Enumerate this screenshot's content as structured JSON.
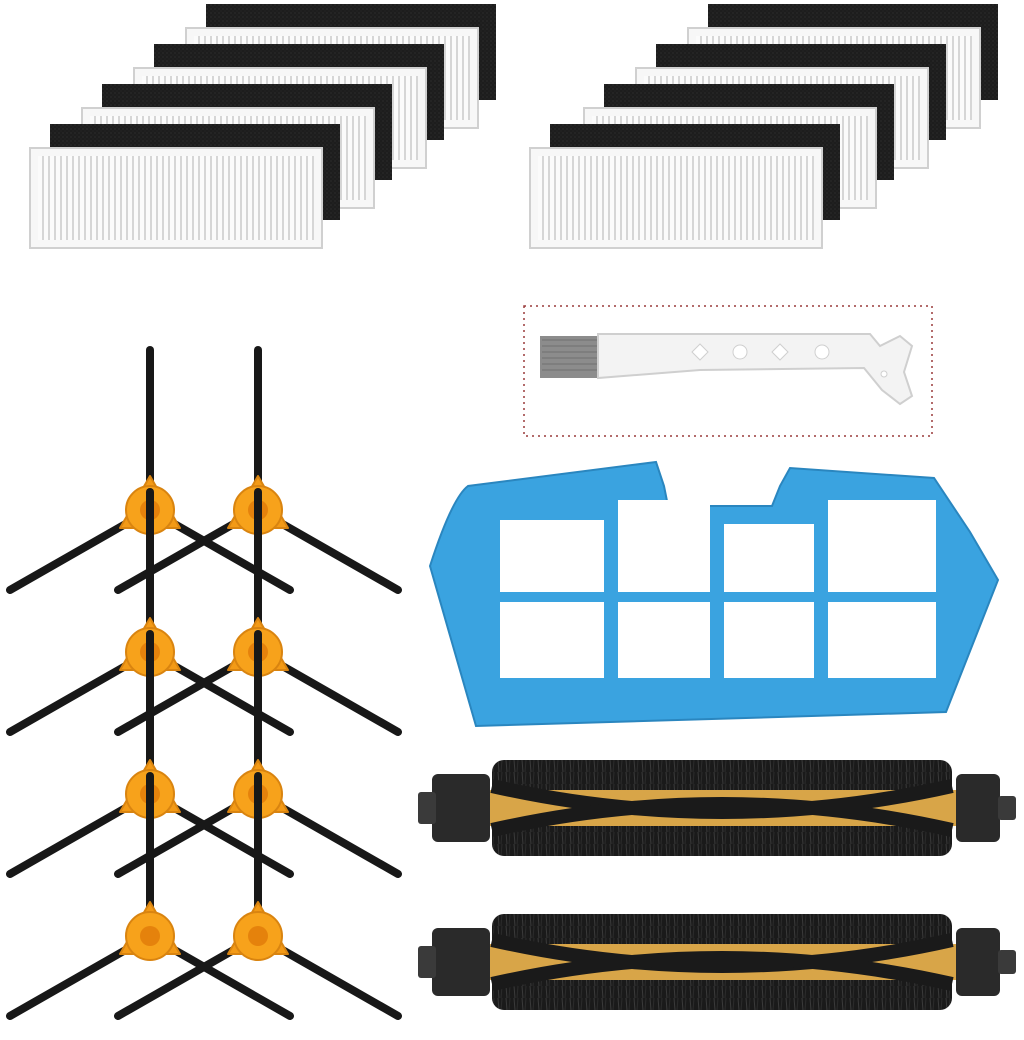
{
  "image": {
    "description_role": "product photo",
    "colors": {
      "background": "#ffffff",
      "foam": "#1c1c1c",
      "hepa_frame": "#f4f4f4",
      "hepa_pleat": "#d9d9d9",
      "brush_hub": "#f7a21b",
      "brush_hub_center": "#e8880a",
      "bristle": "#161616",
      "primary_filter": "#3aa3e0",
      "roller_core": "#d9a544",
      "roller_end": "#2a2a2a",
      "tool_handle": "#f2f2f2",
      "tool_bristle": "#8a8a8a",
      "dotted_frame": "#9a3a3a"
    },
    "counts": {
      "filter_sets": 2,
      "filters_per_set": 4,
      "side_brushes": 8,
      "primary_filters": 1,
      "main_rollers": 2,
      "cleaning_tools": 1
    }
  }
}
